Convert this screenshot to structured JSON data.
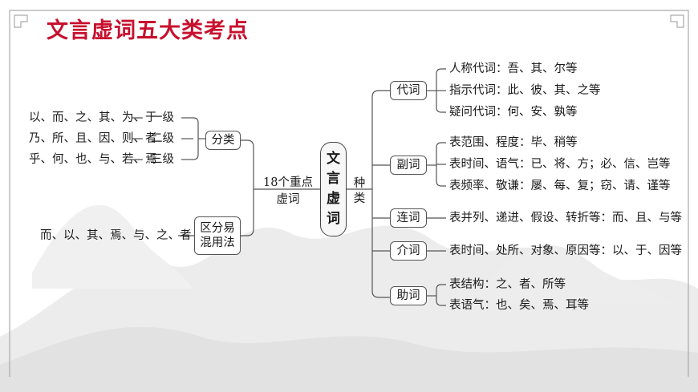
{
  "title": "文言虚词五大类考点",
  "center": "文言虚词",
  "left_edge_label": "18个重点虚词",
  "right_edge_label": "种类",
  "classification": {
    "label": "分类",
    "rows": [
      {
        "words": "以、而、之、其、为、于",
        "level": "一级"
      },
      {
        "words": "乃、所、且、因、则、者",
        "level": "二级"
      },
      {
        "words": "乎、何、也、与、若、焉",
        "level": "三级"
      }
    ]
  },
  "confusing": {
    "label": "区分易混用法",
    "words": "而、以、其、焉、与、之、者"
  },
  "categories": [
    {
      "name": "代词",
      "items": [
        "人称代词：吾、其、尔等",
        "指示代词：此、彼、其、之等",
        "疑问代词：何、安、孰等"
      ]
    },
    {
      "name": "副词",
      "items": [
        "表范围、程度：毕、稍等",
        "表时间、语气：已、将、方；必、信、岂等",
        "表频率、敬谦：屡、每、复；窃、请、谨等"
      ]
    },
    {
      "name": "连词",
      "items": [
        "表并列、递进、假设、转折等：而、且、与等"
      ]
    },
    {
      "name": "介词",
      "items": [
        "表时间、处所、对象、原因等：以、于、因等"
      ]
    },
    {
      "name": "助词",
      "items": [
        "表结构：之、者、所等",
        "表语气：也、矣、焉、耳等"
      ]
    }
  ]
}
